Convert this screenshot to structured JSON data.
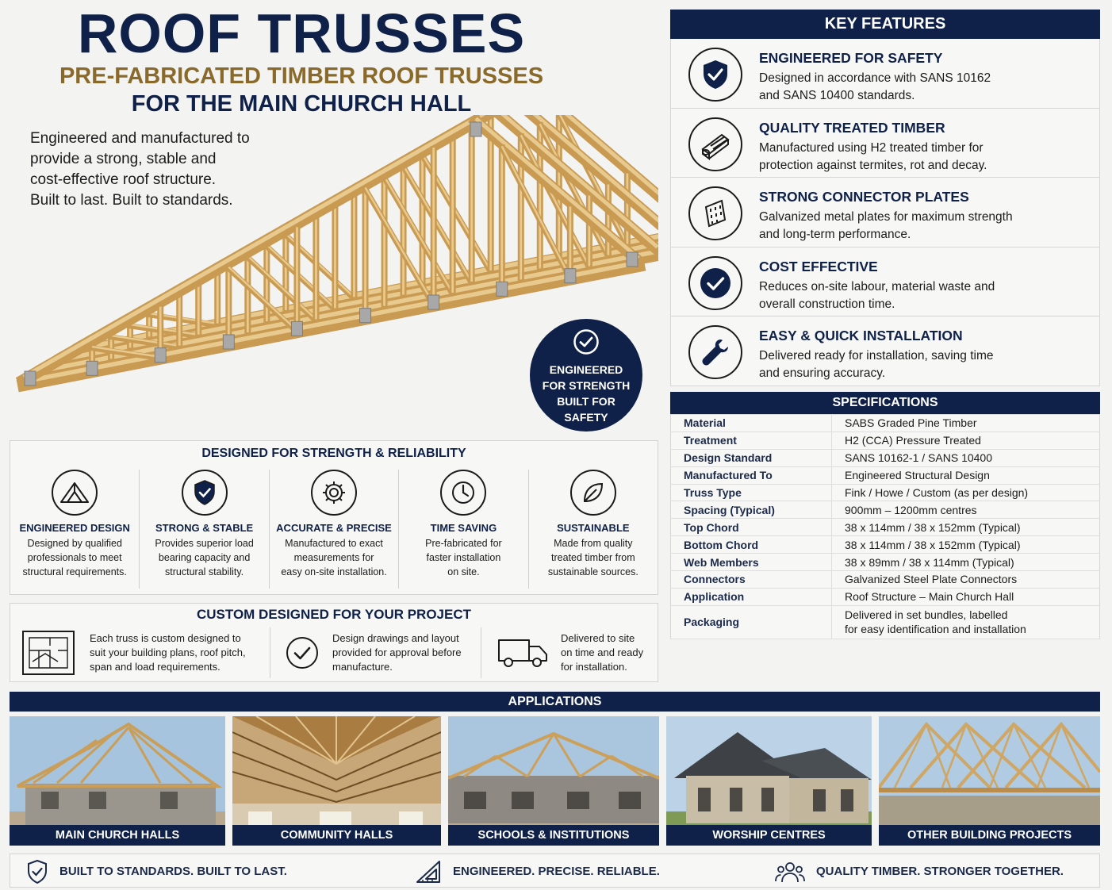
{
  "hero": {
    "title": "ROOF TRUSSES",
    "subtitle_1": "PRE-FABRICATED TIMBER ROOF TRUSSES",
    "subtitle_2": "FOR THE MAIN CHURCH HALL",
    "intro_lines": [
      "Engineered and manufactured to",
      "provide a strong, stable and",
      "cost-effective roof structure.",
      "Built to last. Built to standards."
    ],
    "badge_lines": [
      "ENGINEERED",
      "FOR STRENGTH",
      "BUILT FOR",
      "SAFETY"
    ],
    "badge_icon": "check-circle-icon"
  },
  "designed": {
    "title": "DESIGNED FOR STRENGTH & RELIABILITY",
    "items": [
      {
        "icon": "truss-icon",
        "title": "ENGINEERED DESIGN",
        "lines": [
          "Designed by qualified",
          "professionals to meet",
          "structural requirements."
        ]
      },
      {
        "icon": "shield-check-icon",
        "title": "STRONG & STABLE",
        "lines": [
          "Provides superior load",
          "bearing capacity and",
          "structural stability."
        ]
      },
      {
        "icon": "gear-icon",
        "title": "ACCURATE & PRECISE",
        "lines": [
          "Manufactured to exact",
          "measurements for",
          "easy on-site installation."
        ]
      },
      {
        "icon": "clock-icon",
        "title": "TIME SAVING",
        "lines": [
          "Pre-fabricated for",
          "faster installation",
          "on site."
        ]
      },
      {
        "icon": "leaf-icon",
        "title": "SUSTAINABLE",
        "lines": [
          "Made from quality",
          "treated timber from",
          "sustainable sources."
        ]
      }
    ]
  },
  "custom": {
    "title": "CUSTOM DESIGNED FOR YOUR PROJECT",
    "items": [
      {
        "icon": "blueprint-icon",
        "lines": [
          "Each truss is custom designed to",
          "suit your building plans, roof pitch,",
          "span and load requirements."
        ]
      },
      {
        "icon": "check-circle-icon",
        "lines": [
          "Design drawings and layout",
          "provided for approval before",
          "manufacture."
        ]
      },
      {
        "icon": "truck-icon",
        "lines": [
          "Delivered to site",
          "on time and ready",
          "for installation."
        ]
      }
    ]
  },
  "key_features": {
    "title": "KEY FEATURES",
    "items": [
      {
        "icon": "shield-check-icon",
        "title": "ENGINEERED FOR SAFETY",
        "lines": [
          "Designed in accordance with SANS 10162",
          "and SANS 10400 standards."
        ]
      },
      {
        "icon": "timber-logs-icon",
        "title": "QUALITY TREATED TIMBER",
        "lines": [
          "Manufactured using H2 treated timber for",
          "protection against termites, rot and decay."
        ]
      },
      {
        "icon": "connector-plate-icon",
        "title": "STRONG CONNECTOR PLATES",
        "lines": [
          "Galvanized metal plates for maximum strength",
          "and long-term performance."
        ]
      },
      {
        "icon": "check-badge-icon",
        "title": "COST EFFECTIVE",
        "lines": [
          "Reduces on-site labour, material waste and",
          "overall construction time."
        ]
      },
      {
        "icon": "wrench-icon",
        "title": "EASY & QUICK INSTALLATION",
        "lines": [
          "Delivered ready for installation, saving time",
          "and ensuring accuracy."
        ]
      }
    ]
  },
  "specifications": {
    "title": "SPECIFICATIONS",
    "rows": [
      {
        "label": "Material",
        "value": "SABS Graded Pine Timber"
      },
      {
        "label": "Treatment",
        "value": "H2 (CCA) Pressure Treated"
      },
      {
        "label": "Design Standard",
        "value": "SANS 10162-1 / SANS 10400"
      },
      {
        "label": "Manufactured To",
        "value": "Engineered Structural Design"
      },
      {
        "label": "Truss Type",
        "value": "Fink / Howe / Custom (as per design)"
      },
      {
        "label": "Spacing (Typical)",
        "value": "900mm – 1200mm centres"
      },
      {
        "label": "Top Chord",
        "value": "38 x 114mm / 38 x 152mm (Typical)"
      },
      {
        "label": "Bottom Chord",
        "value": "38 x 114mm / 38 x 152mm (Typical)"
      },
      {
        "label": "Web Members",
        "value": "38 x 89mm / 38 x 114mm (Typical)"
      },
      {
        "label": "Connectors",
        "value": "Galvanized Steel Plate Connectors"
      },
      {
        "label": "Application",
        "value": "Roof Structure – Main Church Hall"
      }
    ],
    "packaging": {
      "label": "Packaging",
      "value_1": "Delivered in set bundles, labelled",
      "value_2": "for easy identification and installation"
    }
  },
  "applications": {
    "title": "APPLICATIONS",
    "tiles": [
      {
        "caption": "MAIN CHURCH HALLS"
      },
      {
        "caption": "COMMUNITY HALLS"
      },
      {
        "caption": "SCHOOLS & INSTITUTIONS"
      },
      {
        "caption": "WORSHIP CENTRES"
      },
      {
        "caption": "OTHER BUILDING PROJECTS"
      }
    ]
  },
  "footer": {
    "items": [
      {
        "icon": "shield-check-icon",
        "text": "BUILT TO STANDARDS. BUILT TO LAST."
      },
      {
        "icon": "set-square-icon",
        "text": "ENGINEERED. PRECISE. RELIABLE."
      },
      {
        "icon": "people-icon",
        "text": "QUALITY TIMBER. STRONGER TOGETHER."
      }
    ]
  },
  "colors": {
    "navy": "#0f2148",
    "gold": "#8a6a2a",
    "timber": "#d4aa63"
  }
}
